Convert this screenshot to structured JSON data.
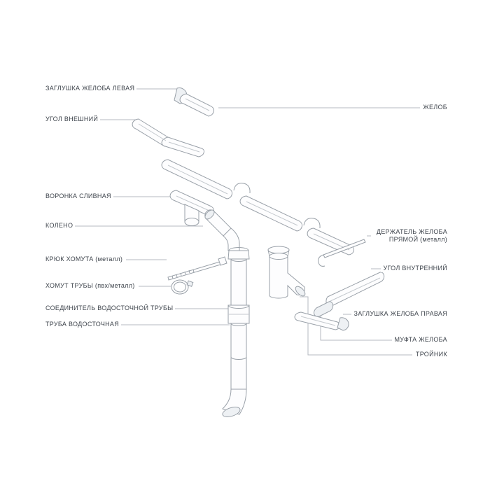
{
  "diagram": {
    "colors": {
      "background": "#ffffff",
      "part_stroke": "#99a0a8",
      "leader_line": "#b6bac0",
      "label_text": "#3f454d"
    },
    "labels_left": [
      {
        "text": "ЗАГЛУШКА ЖЕЛОБА ЛЕВАЯ"
      },
      {
        "text": "УГОЛ ВНЕШНИЙ"
      },
      {
        "text": "ВОРОНКА СЛИВНАЯ"
      },
      {
        "text": "КОЛЕНО"
      },
      {
        "text": "КРЮК ХОМУТА (металл)"
      },
      {
        "text": "ХОМУТ ТРУБЫ (пвх/металл)"
      },
      {
        "text": "СОЕДИНИТЕЛЬ ВОДОСТОЧНОЙ ТРУБЫ"
      },
      {
        "text": "ТРУБА ВОДОСТОЧНАЯ"
      }
    ],
    "labels_right": [
      {
        "text": "ЖЕЛОБ"
      },
      {
        "text": "ДЕРЖАТЕЛЬ ЖЕЛОБА ПРЯМОЙ (металл)"
      },
      {
        "text": "УГОЛ ВНУТРЕННИЙ"
      },
      {
        "text": "ЗАГЛУШКА ЖЕЛОБА ПРАВАЯ"
      },
      {
        "text": "МУФТА ЖЕЛОБА"
      },
      {
        "text": "ТРОЙНИК"
      }
    ],
    "parts": [
      "left-end-cap",
      "outer-corner",
      "gutter-section",
      "gutter-holder",
      "drain-funnel",
      "elbow",
      "downpipe",
      "pipe-connector",
      "pipe-outlet",
      "tee",
      "clamp-hook",
      "pipe-clamp",
      "straight-gutter-holder",
      "inner-corner",
      "gutter-coupling",
      "right-end-cap"
    ]
  }
}
